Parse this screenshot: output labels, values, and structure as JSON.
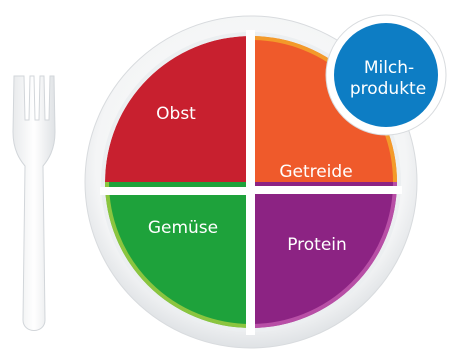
{
  "plate": {
    "sections": [
      {
        "key": "obst",
        "label": "Obst",
        "color": "#C8202F"
      },
      {
        "key": "getreide",
        "label": "Getreide",
        "color": "#EF5A2B"
      },
      {
        "key": "gemuese",
        "label": "Gemüse",
        "color": "#1EA23B"
      },
      {
        "key": "protein",
        "label": "Protein",
        "color": "#8C2383"
      }
    ],
    "dairy": {
      "line1": "Milch-",
      "line2": "produkte",
      "color": "#0D7DC4"
    }
  }
}
